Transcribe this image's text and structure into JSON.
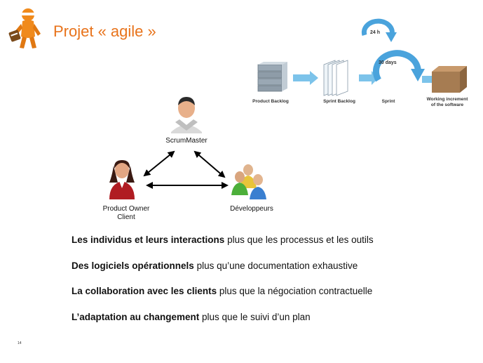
{
  "slide": {
    "title": "Projet « agile »",
    "page_number": "14"
  },
  "scrum_process": {
    "stages": [
      {
        "label": "Product Backlog"
      },
      {
        "label": "Sprint Backlog"
      },
      {
        "label": "Sprint"
      },
      {
        "label_line1": "Working increment",
        "label_line2": "of the software"
      }
    ],
    "loops": {
      "daily": "24 h",
      "sprint": "30 days"
    }
  },
  "roles": {
    "scrum_master": "ScrumMaster",
    "product_owner_line1": "Product Owner",
    "product_owner_line2": "Client",
    "developers": "Développeurs"
  },
  "values": [
    {
      "bold": "Les individus et leurs interactions",
      "rest": " plus que les processus et les outils"
    },
    {
      "bold": "Des logiciels opérationnels",
      "rest": " plus qu’une documentation exhaustive"
    },
    {
      "bold": "La collaboration avec les clients",
      "rest": " plus que la négociation contractuelle"
    },
    {
      "bold": "L’adaptation au changement",
      "rest": " plus que le suivi d’un plan"
    }
  ],
  "colors": {
    "title": "#e8731b",
    "mascot": "#f08a1c",
    "arrow_blue": "#7cc3ea",
    "loop_blue": "#4aa3dc",
    "box_brown": "#a67c52"
  },
  "icons": [
    "mascot-icon",
    "product-backlog-icon",
    "sprint-backlog-icon",
    "sprint-loop-icon",
    "product-box-icon",
    "scrummaster-avatar-icon",
    "product-owner-avatar-icon",
    "developers-group-icon"
  ]
}
